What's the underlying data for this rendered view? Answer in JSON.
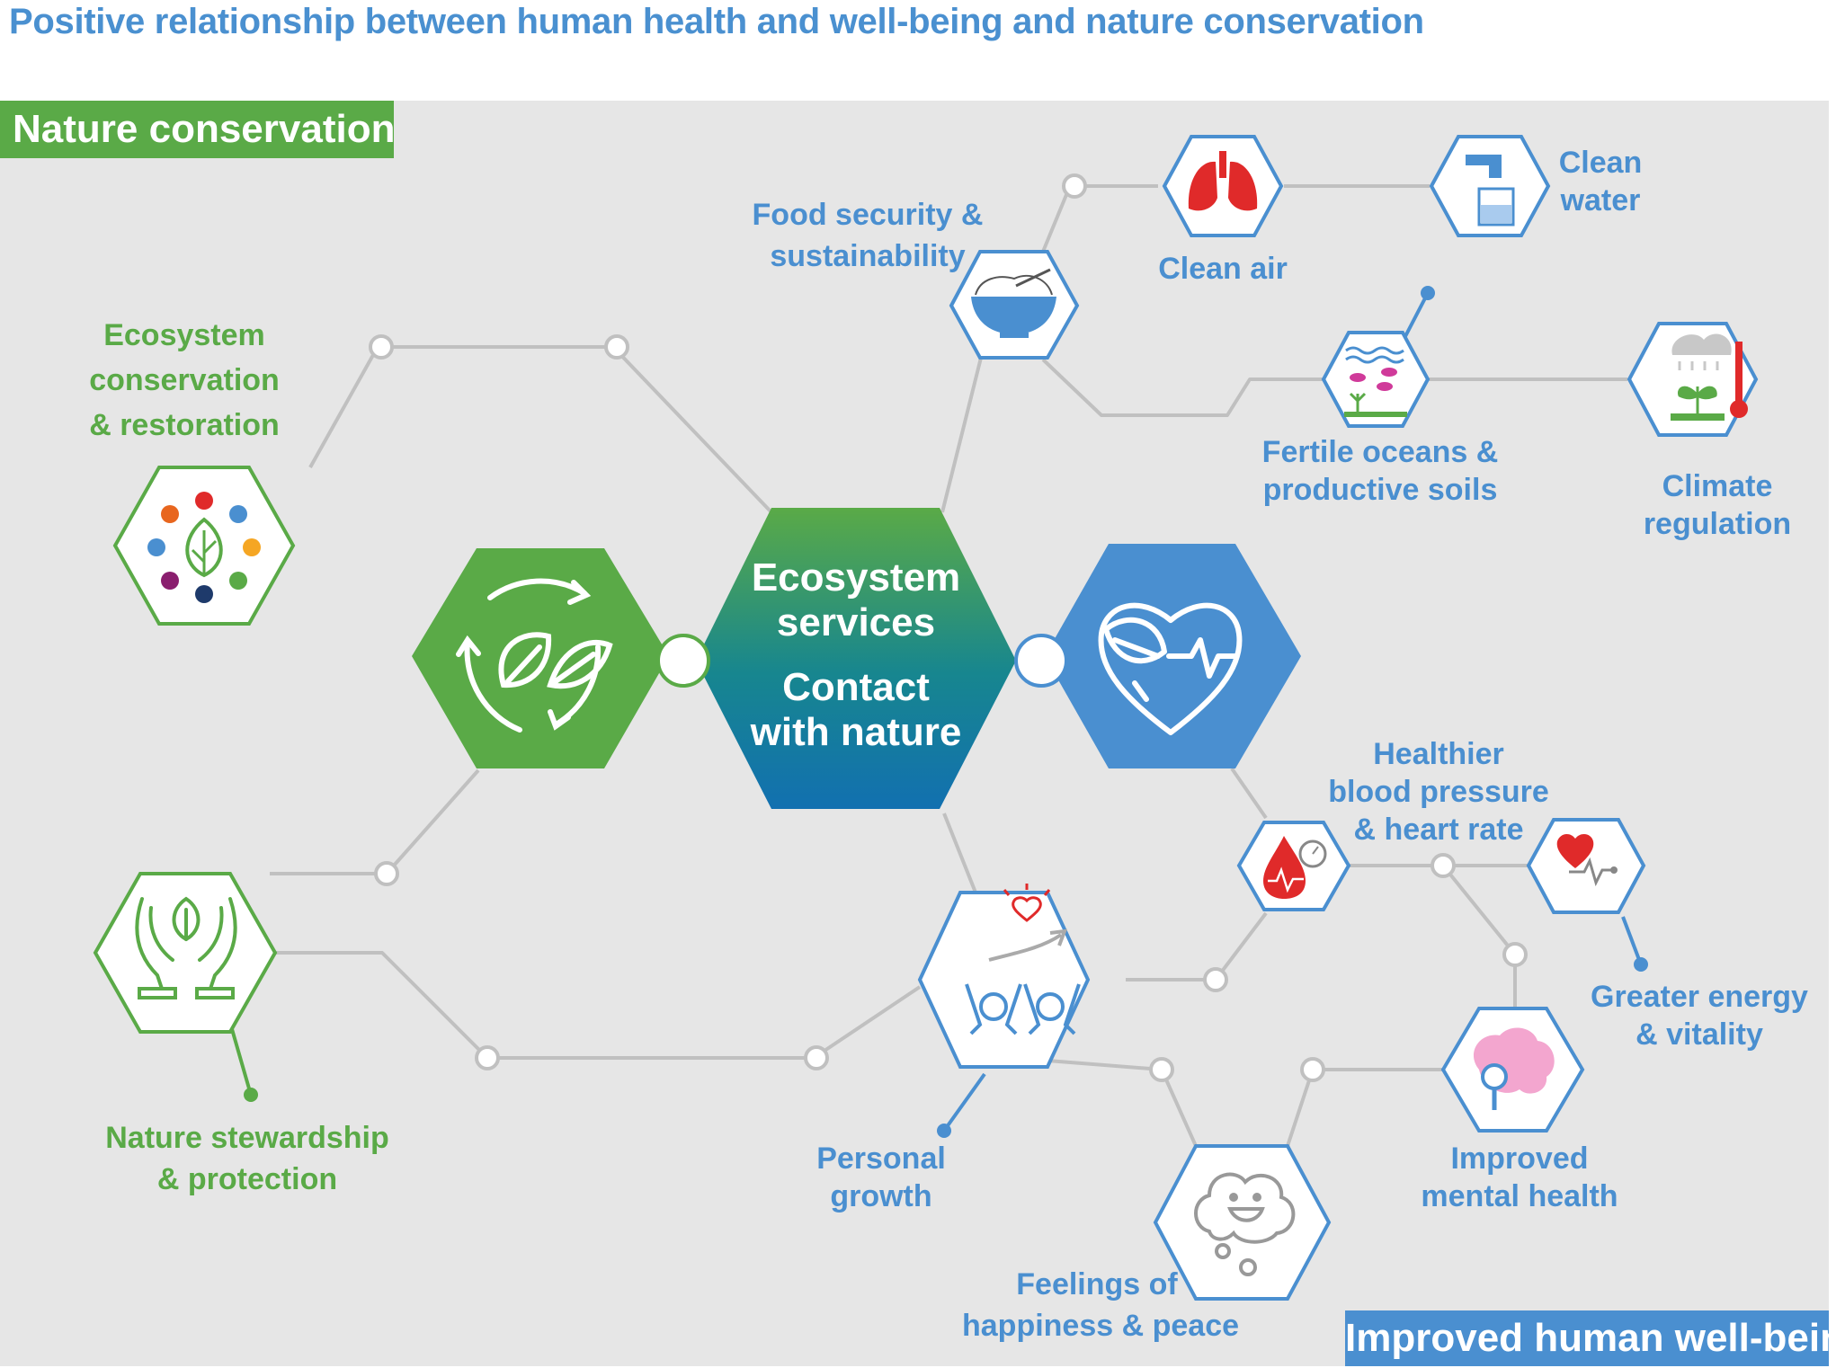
{
  "title": "Positive relationship between human health and well-being and nature conservation",
  "banners": {
    "nature": "Nature conservation",
    "wellbeing": "Improved human well-being"
  },
  "center": {
    "line1": "Ecosystem",
    "line2": "services",
    "line3": "Contact",
    "line4": "with nature"
  },
  "labels": {
    "ecosystem_conservation": [
      "Ecosystem",
      "conservation",
      "& restoration"
    ],
    "nature_stewardship": [
      "Nature stewardship",
      "& protection"
    ],
    "food_security": [
      "Food security &",
      "sustainability"
    ],
    "clean_air": [
      "Clean air"
    ],
    "clean_water": [
      "Clean",
      "water"
    ],
    "fertile_oceans": [
      "Fertile oceans &",
      "productive soils"
    ],
    "climate_regulation": [
      "Climate",
      "regulation"
    ],
    "healthier_blood": [
      "Healthier",
      "blood pressure",
      "& heart rate"
    ],
    "greater_energy": [
      "Greater energy",
      "& vitality"
    ],
    "personal_growth": [
      "Personal",
      "growth"
    ],
    "improved_mental": [
      "Improved",
      "mental health"
    ],
    "feelings_happiness": [
      "Feelings of",
      "happiness & peace"
    ]
  },
  "icons": {
    "nature_hub": "leaf-cycle-icon",
    "health_hub": "heart-leaf-pulse-icon",
    "ecosystem_conservation": "leaf-circle-dots-icon",
    "nature_stewardship": "hands-leaf-icon",
    "food_security": "rice-bowl-icon",
    "clean_air": "lungs-icon",
    "clean_water": "tap-glass-icon",
    "fertile_oceans": "ocean-fish-icon",
    "climate_regulation": "rain-plant-thermometer-icon",
    "healthier_blood": "blood-drop-gauge-icon",
    "greater_energy": "heart-pulse-icon",
    "personal_growth": "people-rising-heart-icon",
    "improved_mental": "brain-magnifier-icon",
    "feelings_happiness": "smiling-cloud-icon"
  },
  "colors": {
    "nature_green": "#5aaa47",
    "health_blue": "#4a8fd0",
    "connector_gray": "#c0c0c0",
    "panel_gray": "#e6e6e6",
    "center_gradient_top": "#5aaa47",
    "center_gradient_mid": "#17868f",
    "center_gradient_bottom": "#1270b0",
    "accent_red": "#e02a2a"
  }
}
